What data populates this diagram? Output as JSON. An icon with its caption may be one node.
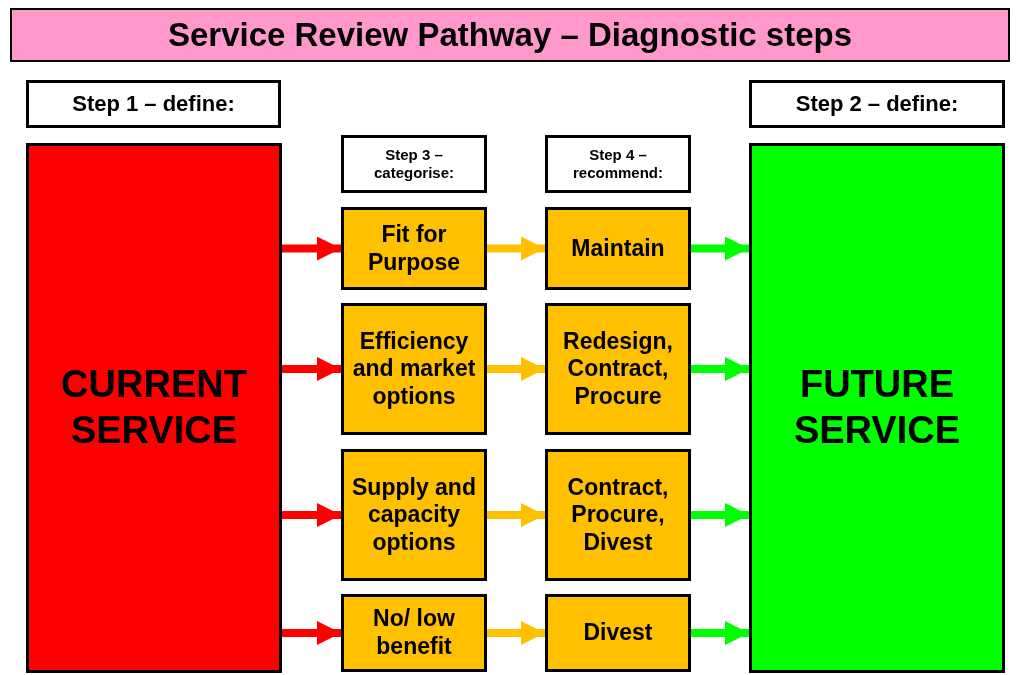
{
  "diagram": {
    "title": "Service Review Pathway – Diagnostic steps",
    "nodes": [
      {
        "text": [
          "Step 1 – define:"
        ]
      },
      {
        "text": [
          "CURRENT SERVICE"
        ]
      },
      {
        "text": [
          "Step 3 – categorise:"
        ]
      },
      {
        "text": [
          "Step 4 – recommend:"
        ]
      },
      {
        "text": [
          "Step 2 – define:"
        ]
      },
      {
        "text": [
          "FUTURE SERVICE"
        ]
      },
      {
        "text": [
          "Fit for Purpose"
        ]
      },
      {
        "text": [
          "Maintain"
        ]
      },
      {
        "text": [
          "Efficiency and market options"
        ]
      },
      {
        "text": [
          "Redesign, Contract, Procure"
        ]
      },
      {
        "text": [
          "Supply and capacity options"
        ]
      },
      {
        "text": [
          "Contract, Procure, Divest"
        ]
      },
      {
        "text": [
          "No/ low benefit"
        ]
      },
      {
        "text": [
          "Divest"
        ]
      }
    ],
    "edges": [
      {
        "from": 1,
        "to": 6,
        "arrow": "to",
        "color": "#ff0000"
      },
      {
        "from": 1,
        "to": 8,
        "arrow": "to",
        "color": "#ff0000"
      },
      {
        "from": 1,
        "to": 10,
        "arrow": "to",
        "color": "#ff0000"
      },
      {
        "from": 1,
        "to": 12,
        "arrow": "to",
        "color": "#ff0000"
      },
      {
        "from": 6,
        "to": 7,
        "arrow": "to",
        "color": "#ffc000"
      },
      {
        "from": 8,
        "to": 9,
        "arrow": "to",
        "color": "#ffc000"
      },
      {
        "from": 10,
        "to": 11,
        "arrow": "to",
        "color": "#ffc000"
      },
      {
        "from": 12,
        "to": 13,
        "arrow": "to",
        "color": "#ffc000"
      },
      {
        "from": 7,
        "to": 5,
        "arrow": "to",
        "color": "#00ff00"
      },
      {
        "from": 9,
        "to": 5,
        "arrow": "to",
        "color": "#00ff00"
      },
      {
        "from": 11,
        "to": 5,
        "arrow": "to",
        "color": "#00ff00"
      },
      {
        "from": 13,
        "to": 5,
        "arrow": "to",
        "color": "#00ff00"
      }
    ]
  }
}
